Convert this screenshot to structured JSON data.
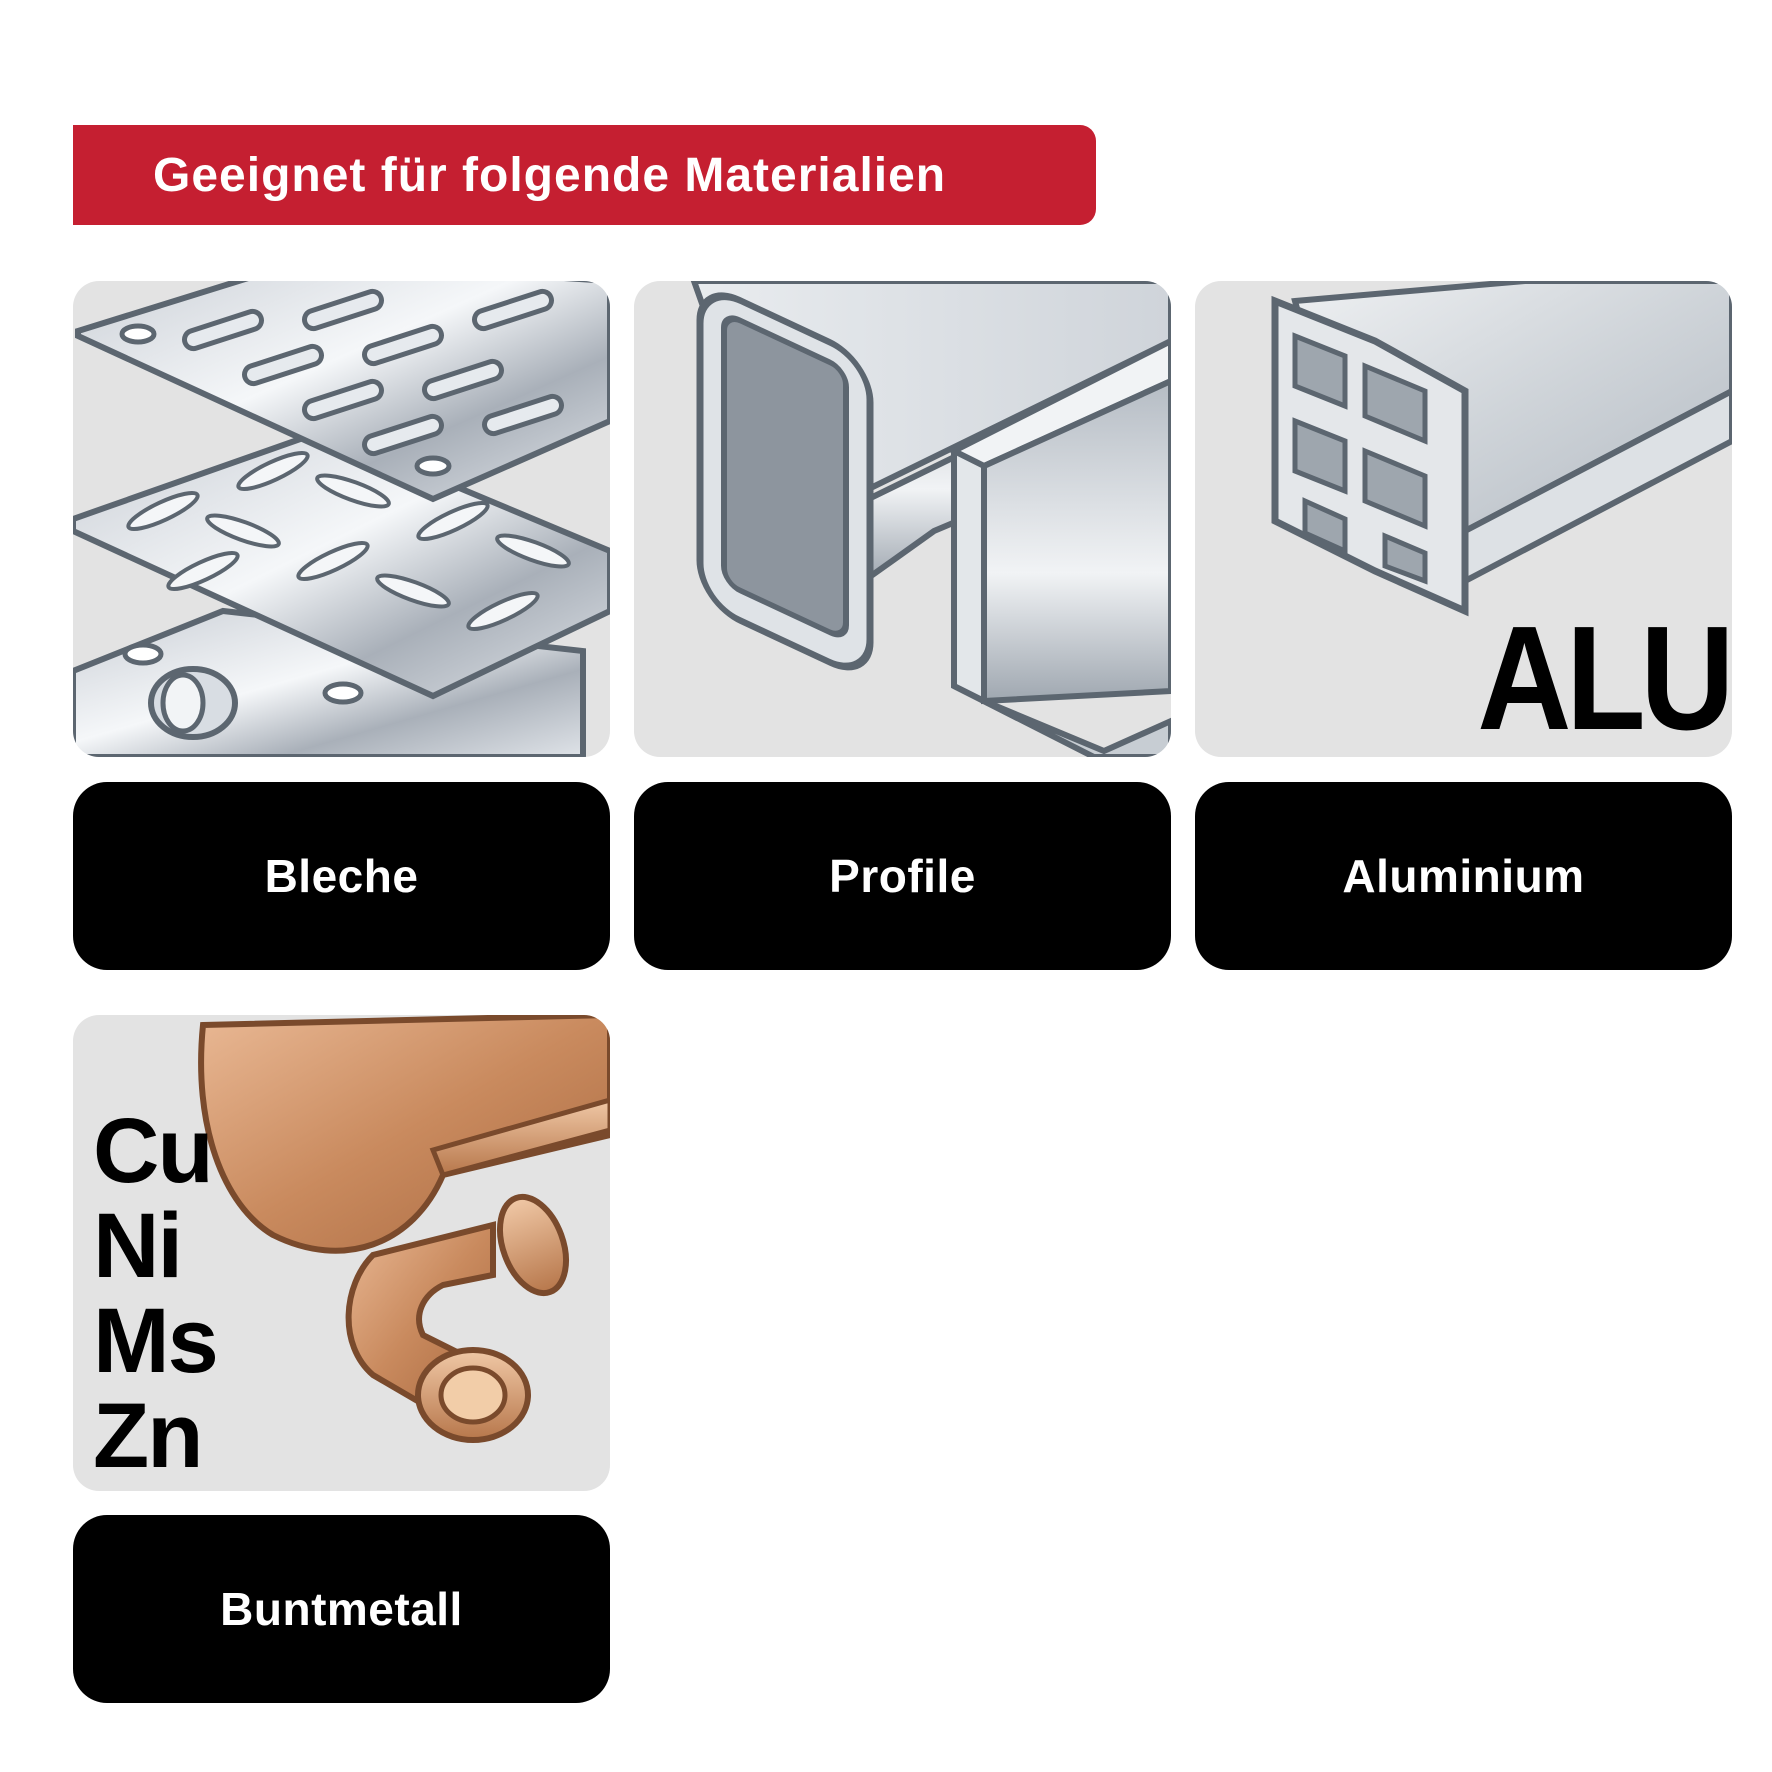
{
  "header": {
    "title": "Geeignet für folgende Materialien"
  },
  "materials": [
    {
      "label": "Bleche",
      "icon": "perforated-sheet-icon"
    },
    {
      "label": "Profile",
      "icon": "steel-profile-icon"
    },
    {
      "label": "Aluminium",
      "icon": "aluminium-profile-icon",
      "badge": "ALU"
    },
    {
      "label": "Buntmetall",
      "icon": "copper-gutter-icon",
      "symbols": [
        "Cu",
        "Ni",
        "Ms",
        "Zn"
      ]
    }
  ],
  "colors": {
    "banner": "#c51f31",
    "label_bg": "#000000",
    "tile_bg": "#e3e3e3",
    "copper": "#c98a5e"
  }
}
